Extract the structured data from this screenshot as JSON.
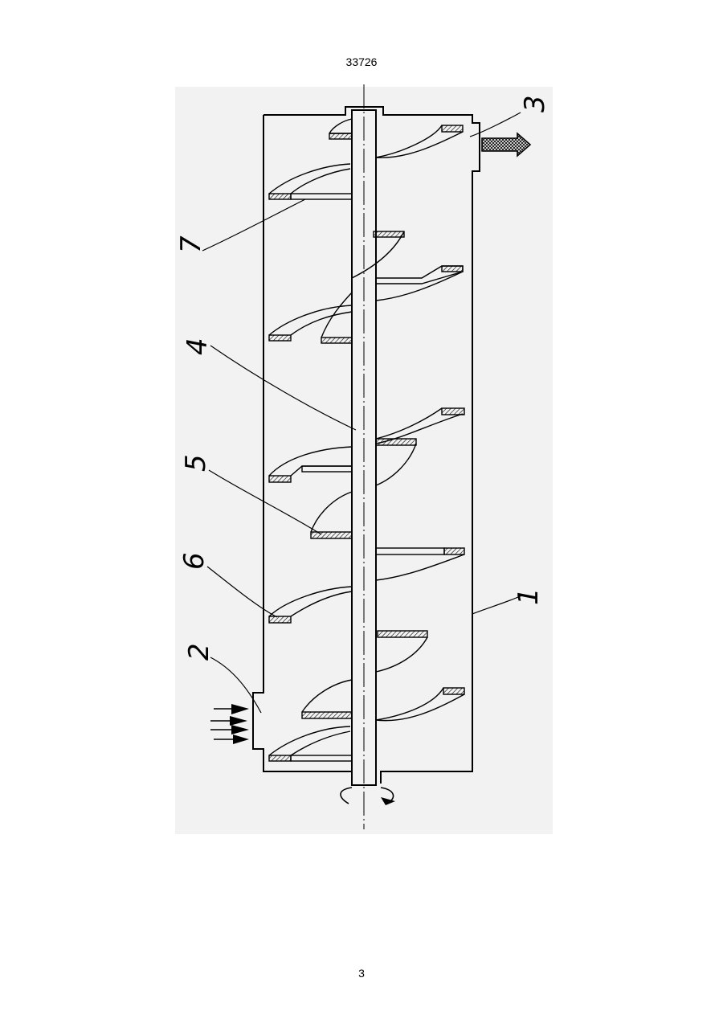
{
  "header": {
    "document_number": "33726"
  },
  "footer": {
    "page_number": "3"
  },
  "figure": {
    "reference_labels": [
      {
        "id": "ref-1",
        "text": "1",
        "meaning": "housing"
      },
      {
        "id": "ref-2",
        "text": "2",
        "meaning": "inlet"
      },
      {
        "id": "ref-3",
        "text": "3",
        "meaning": "outlet"
      },
      {
        "id": "ref-4",
        "text": "4",
        "meaning": "shaft"
      },
      {
        "id": "ref-5",
        "text": "5",
        "meaning": "blade"
      },
      {
        "id": "ref-6",
        "text": "6",
        "meaning": "blade"
      },
      {
        "id": "ref-7",
        "text": "7",
        "meaning": "blade arm"
      }
    ]
  }
}
